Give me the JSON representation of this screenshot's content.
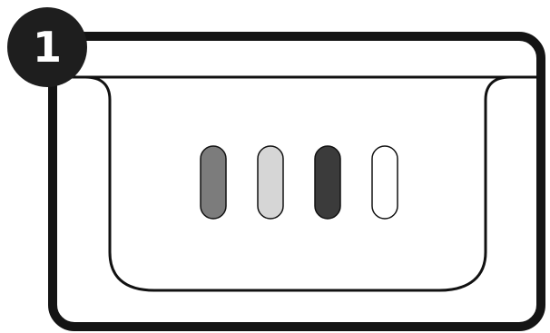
{
  "step": {
    "number": "1"
  },
  "colors": {
    "frame": "#141414",
    "badge": "#1e1e1e",
    "background": "#ffffff",
    "tray_stroke": "#111111"
  },
  "indicator_lights": [
    {
      "name": "indicator-light-1",
      "fill": "#7c7c7c"
    },
    {
      "name": "indicator-light-2",
      "fill": "#d6d6d6"
    },
    {
      "name": "indicator-light-3",
      "fill": "#3b3b3b"
    },
    {
      "name": "indicator-light-4",
      "fill": "#ffffff"
    }
  ]
}
